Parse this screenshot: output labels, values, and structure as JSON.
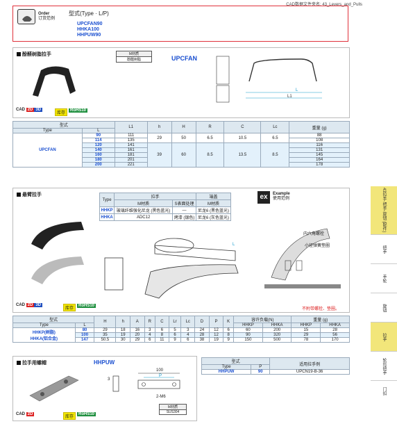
{
  "header": {
    "cad_folder": "CAD数据文件夹名: 43_Levers_and_Pulls"
  },
  "order": {
    "label_en": "Order",
    "label_cn": "订货范例",
    "type_label": "型式(Type · L/P)",
    "codes": [
      "UPCFAN90",
      "HHKA100",
      "HHPUW90"
    ]
  },
  "upcfan": {
    "title": "酚醛树脂拉手",
    "code": "UPCFAN",
    "material_head": "M材质",
    "material": "酚醛树脂",
    "cad": "CAD",
    "cad2d": "2D",
    "cad3d": "3D",
    "stock": "库存",
    "rohs": "RoHS10",
    "table": {
      "group_head": "型式",
      "type_head": "Type",
      "l_head": "L",
      "cols": [
        "L1",
        "h",
        "H",
        "R",
        "C",
        "Lc",
        "重量 (g)"
      ],
      "type_value": "UPCFAN",
      "L": [
        "90",
        "114",
        "120",
        "140",
        "160",
        "180",
        "200"
      ],
      "L1": [
        "111",
        "135",
        "141",
        "161",
        "181",
        "201",
        "221"
      ],
      "h": [
        "29",
        "39"
      ],
      "H": [
        "50",
        "60"
      ],
      "R": [
        "6.5",
        "8.5"
      ],
      "C": [
        "10.5",
        "13.5"
      ],
      "Lc": [
        "6.5",
        "8.5"
      ],
      "weight": [
        "88",
        "108",
        "116",
        "131",
        "145",
        "164",
        "178"
      ]
    }
  },
  "hhk": {
    "title": "悬臂拉手",
    "type_head": "Type",
    "handle_head": "拉手",
    "cap_head": "端盖",
    "mat_head": "M材质",
    "surf_head": "S表面处理",
    "mat2_head": "M材质",
    "rows": [
      {
        "type": "HHKP",
        "mat": "玻璃纤维强化尼龙 (黑色蓝光)",
        "surf": "—",
        "cap": "尼龙6 (黑色蓝光)"
      },
      {
        "type": "HHKA",
        "mat": "ADC12",
        "surf": "烤漆 (银色)",
        "cap": "尼龙6 (灰色蓝光)"
      }
    ],
    "example_en": "Example",
    "example_cn": "使用范例",
    "ann_bolt": "内六角螺栓",
    "ann_washer": "小径弹簧垫圈",
    "not_incl": "不附带螺栓、垫圈。",
    "table": {
      "group_head": "型式",
      "type_head": "Type",
      "l_head": "L",
      "cols": [
        "H",
        "h",
        "A",
        "R",
        "C",
        "Lr",
        "Lc",
        "D",
        "P",
        "K"
      ],
      "load_head": "容许负载(N)",
      "weight_head": "重量 (g)",
      "sub": [
        "HHKP",
        "HHKA",
        "HHKP",
        "HHKA"
      ],
      "types": [
        "HHKP(树脂)",
        "HHKA(铝合金)"
      ],
      "rows": [
        [
          "80",
          "29",
          "18",
          "16",
          "3",
          "6",
          "5",
          "3",
          "24",
          "12",
          "6",
          "60",
          "200",
          "15",
          "28"
        ],
        [
          "100",
          "35",
          "19",
          "20",
          "4",
          "8",
          "6",
          "4",
          "28",
          "12",
          "8",
          "90",
          "320",
          "29",
          "56"
        ],
        [
          "147",
          "50.5",
          "30",
          "29",
          "6",
          "11",
          "9",
          "6",
          "38",
          "19",
          "9",
          "150",
          "500",
          "78",
          "170"
        ]
      ]
    }
  },
  "hhpuw": {
    "title": "拉手用螺帽",
    "code": "HHPUW",
    "material_head": "M材质",
    "material": "SUS304",
    "dim_100": "100",
    "dim_p": "P",
    "dim_3": "3",
    "dim_m6": "2-M6",
    "table": {
      "group_head": "型式",
      "type_head": "Type",
      "p_head": "P",
      "app_head": "适用拉手例",
      "type": "HHPUW",
      "p": "90",
      "app": "UPCN19-B-36"
    }
  },
  "sidebar": {
    "items": [
      "43拉手·把手·旋钮 (配件)",
      "把手",
      "手轮",
      "旋钮",
      "拉手",
      "轮形把手",
      "门扣"
    ]
  }
}
